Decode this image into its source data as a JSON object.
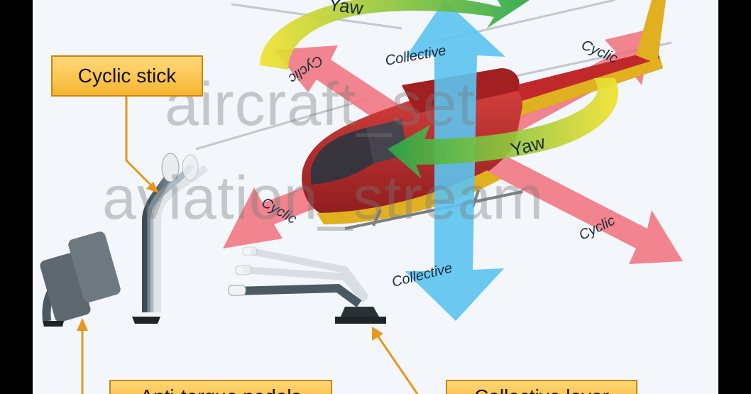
{
  "labels": {
    "cyclic_stick": "Cyclic stick",
    "anti_torque_pedals": "Anti-torque pedals",
    "collective_lever": "Collective lever"
  },
  "arrows": {
    "yaw_top": "Yaw",
    "yaw_right": "Yaw",
    "collective_top": "Collective",
    "collective_bottom": "Collective",
    "cyclic_top_left": "Cyclic",
    "cyclic_top_right": "Cyclic",
    "cyclic_bottom_left": "Cyclic",
    "cyclic_bottom_right": "Cyclic"
  },
  "watermark": {
    "line1": "aircraft_set",
    "line2": "aviation_stream"
  },
  "colors": {
    "cyclic_arrow": "#f0707a",
    "collective_arrow": "#5cc4f0",
    "yaw_arrow_start": "#f2e230",
    "yaw_arrow_end": "#2aa84a",
    "label_fill": "#f6b530",
    "leader_line": "#e8961e",
    "helicopter_body": "#c0282a",
    "helicopter_stripe": "#e0b020"
  }
}
